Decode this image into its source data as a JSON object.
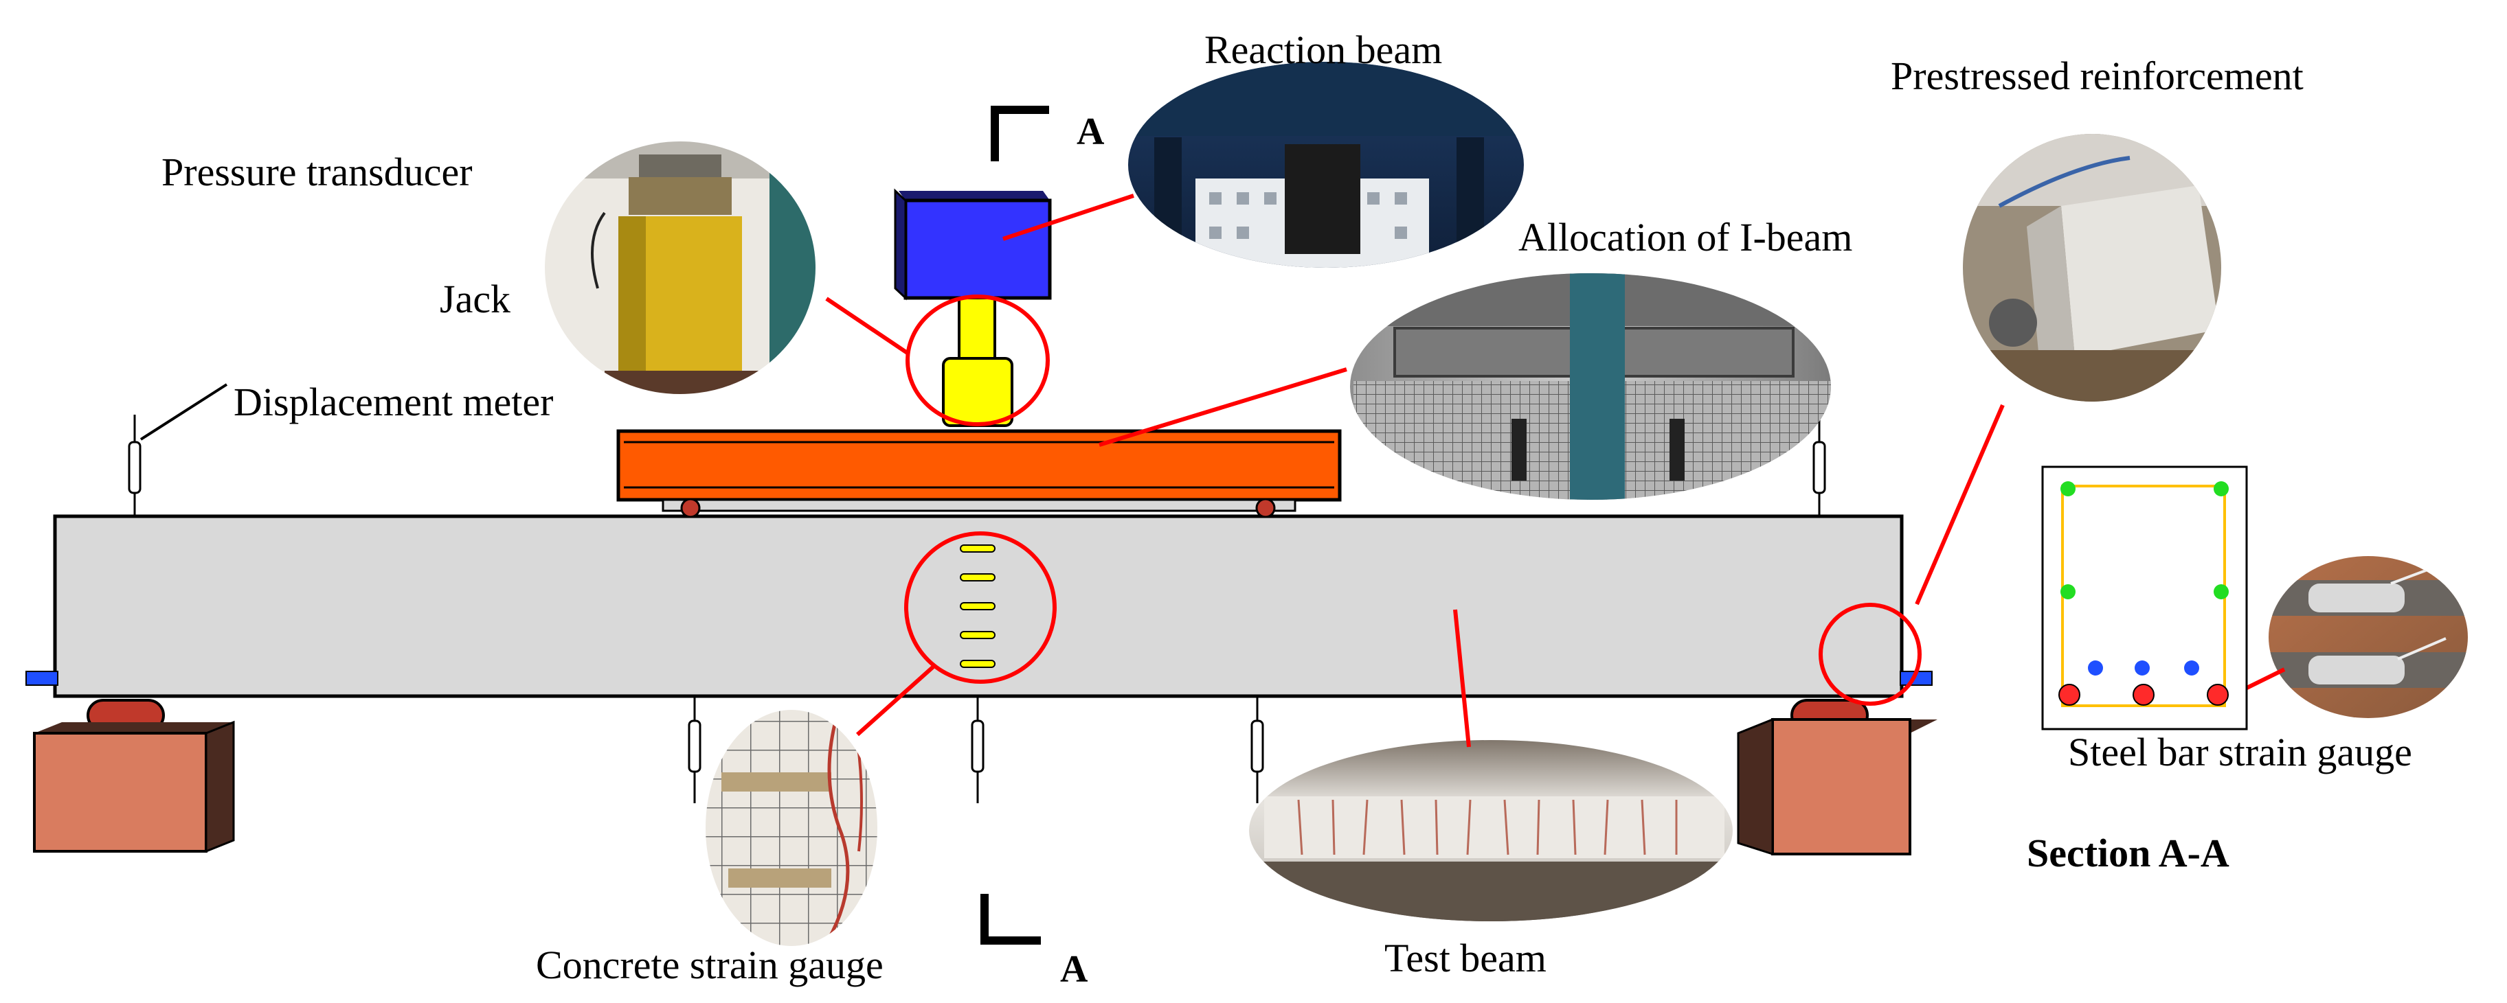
{
  "labels": {
    "reaction_beam": "Reaction beam",
    "pressure_transducer": "Pressure transducer",
    "jack": "Jack",
    "displacement_meter": "Displacement meter",
    "allocation_ibeam": "Allocation of I-beam",
    "prestressed_reinforcement": "Prestressed reinforcement",
    "steel_bar_strain_gauge": "Steel bar strain gauge",
    "section_aa": "Section A-A",
    "concrete_strain_gauge": "Concrete strain gauge",
    "test_beam": "Test beam",
    "section_mark_top": "A",
    "section_mark_bottom": "A"
  },
  "colors": {
    "reaction_block": "#3333ff",
    "jack": "#ffff00",
    "distribution_beam": "#ff5a00",
    "test_beam": "#d9d9d9",
    "support_block": "#d97c5f",
    "support_roller": "#c0392b",
    "callout_line": "#ff0000",
    "gauge_yellow": "#ffff00",
    "rebar_green": "#22dd22",
    "rebar_blue": "#1f4fff",
    "rebar_red": "#ff2a2a",
    "stirrup": "#ffc000"
  }
}
